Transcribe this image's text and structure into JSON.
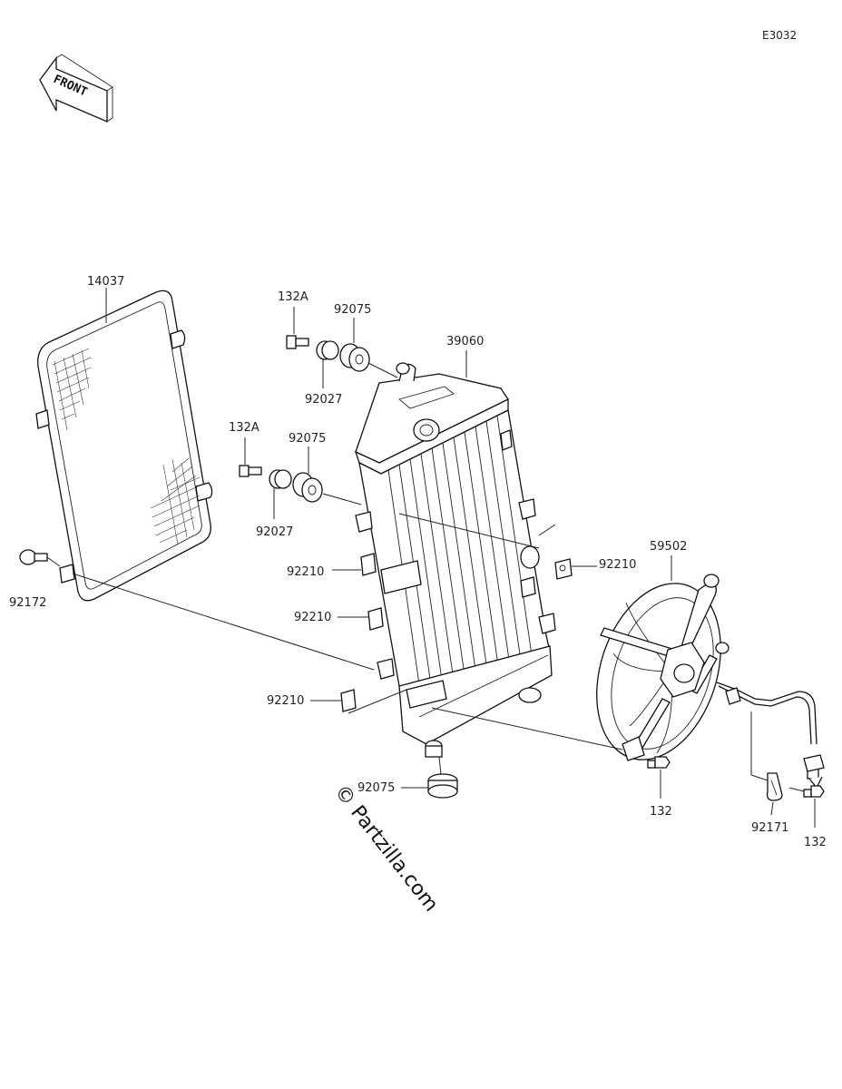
{
  "diagram_code": "E3032",
  "front_arrow": "FRONT",
  "watermark": "© Partzilla.com",
  "labels": {
    "grille": "14037",
    "bolt_top": "132A",
    "grommet_top": "92075",
    "collar_top": "92027",
    "radiator": "39060",
    "bolt_mid": "132A",
    "grommet_mid": "92075",
    "collar_mid": "92027",
    "nut_right": "92210",
    "nut_left1": "92210",
    "nut_left2": "92210",
    "nut_left3": "92210",
    "fan": "59502",
    "bolt_left": "92172",
    "grommet_bottom": "92075",
    "bolt_fan": "132",
    "band": "92171",
    "bolt_band": "132"
  }
}
